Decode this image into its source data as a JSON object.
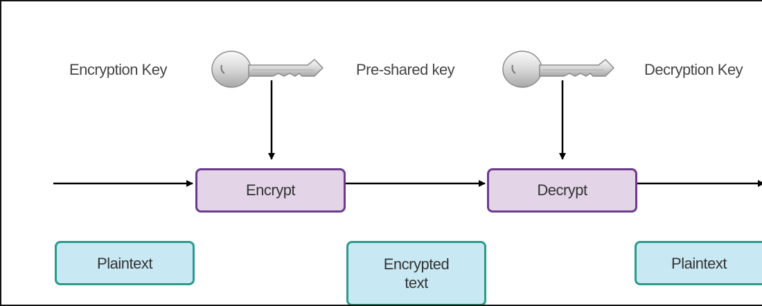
{
  "labels": {
    "encryption_key": "Encryption Key",
    "preshared_key": "Pre-shared key",
    "decryption_key": "Decryption Key"
  },
  "processes": {
    "encrypt": "Encrypt",
    "decrypt": "Decrypt"
  },
  "data_boxes": {
    "plaintext_in": "Plaintext",
    "encrypted_text": "Encrypted\ntext",
    "plaintext_out": "Plaintext"
  },
  "icons": [
    "key-icon",
    "key-icon"
  ],
  "colors": {
    "process_border": "#6b3a8c",
    "process_fill": "#e3d4e8",
    "data_border": "#2a9a8a",
    "data_fill": "#c8e8f4"
  }
}
